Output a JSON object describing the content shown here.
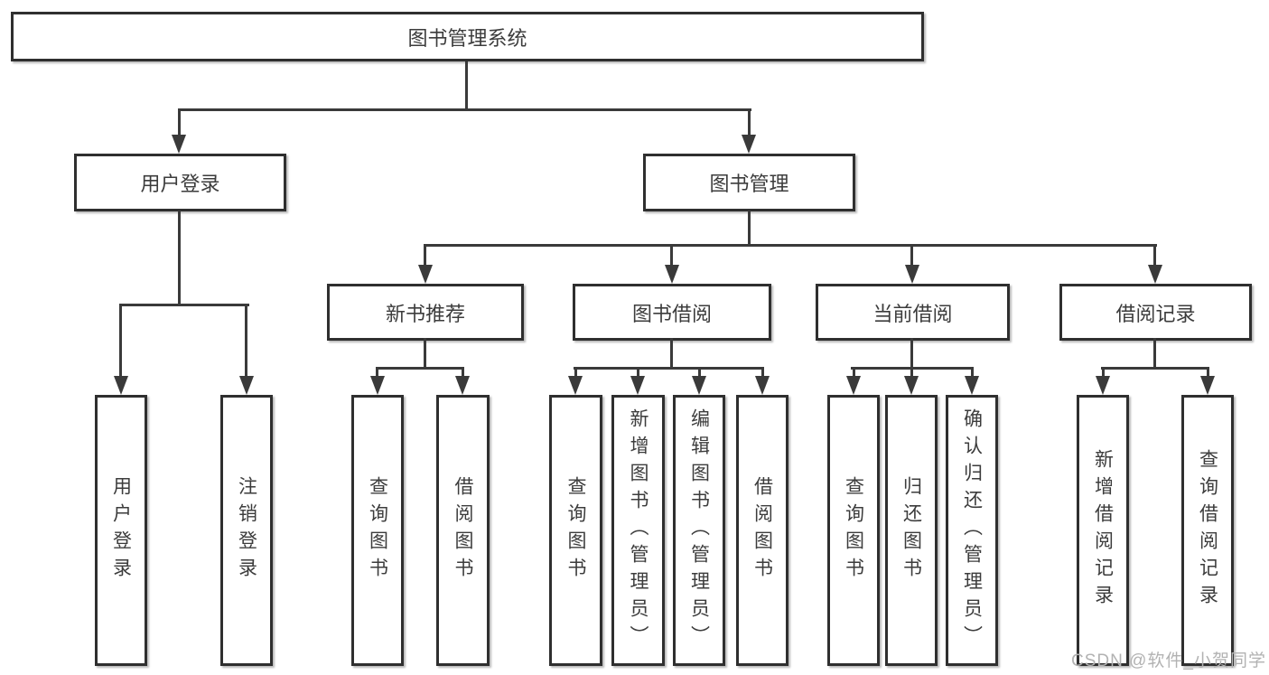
{
  "diagram_title": "图书管理系统",
  "nodes": {
    "root": "图书管理系统",
    "user_login": "用户登录",
    "book_mgmt": "图书管理",
    "new_book_rec": "新书推荐",
    "book_borrow": "图书借阅",
    "current_borrow": "当前借阅",
    "borrow_records": "借阅记录",
    "leaf_user_login": "用户登录",
    "leaf_logout": "注销登录",
    "leaf_nb_query": "查询图书",
    "leaf_nb_borrow": "借阅图书",
    "leaf_bb_query": "查询图书",
    "leaf_bb_add": "新增图书（管理员）",
    "leaf_bb_edit": "编辑图书（管理员）",
    "leaf_bb_borrow": "借阅图书",
    "leaf_cb_query": "查询图书",
    "leaf_cb_return": "归还图书",
    "leaf_cb_confirm": "确认归还（管理员）",
    "leaf_br_add": "新增借阅记录",
    "leaf_br_query": "查询借阅记录"
  },
  "hierarchy": {
    "图书管理系统": {
      "用户登录": [
        "用户登录",
        "注销登录"
      ],
      "图书管理": {
        "新书推荐": [
          "查询图书",
          "借阅图书"
        ],
        "图书借阅": [
          "查询图书",
          "新增图书（管理员）",
          "编辑图书（管理员）",
          "借阅图书"
        ],
        "当前借阅": [
          "查询图书",
          "归还图书",
          "确认归还（管理员）"
        ],
        "借阅记录": [
          "新增借阅记录",
          "查询借阅记录"
        ]
      }
    }
  },
  "watermark": "CSDN @软件_小贺同学",
  "colors": {
    "line": "#3a3a3a",
    "box_border": "#2f2f2f",
    "text": "#3c3c3c",
    "watermark": "#b2b2b2",
    "background": "#ffffff"
  }
}
